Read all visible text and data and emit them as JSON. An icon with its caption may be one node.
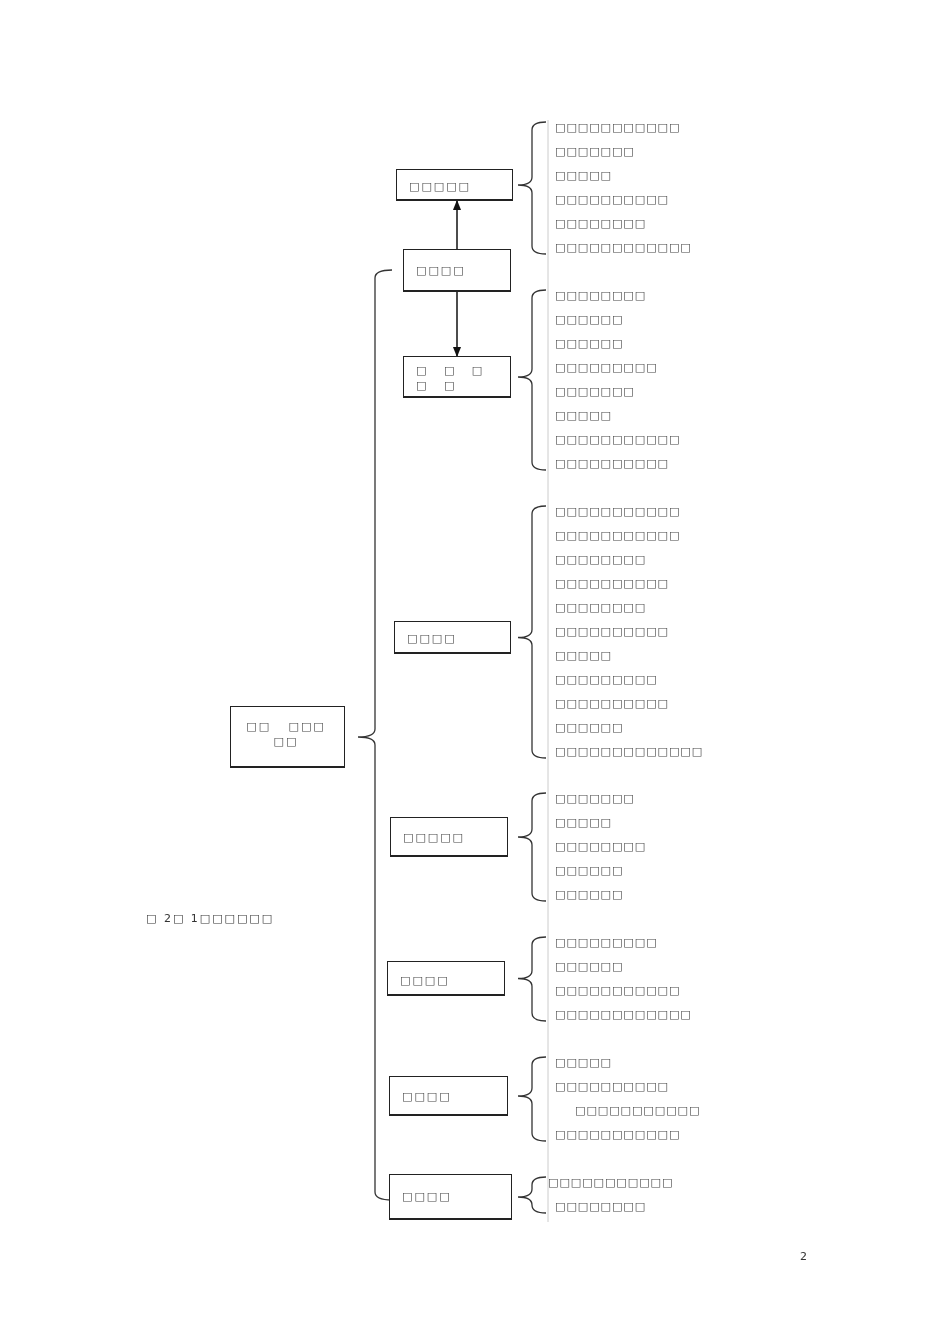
{
  "diagram": {
    "nodes": [
      {
        "text": [
          "□□ □□□ □□"
        ]
      },
      {
        "text": [
          "□□□□"
        ]
      },
      {
        "text": [
          "□□□□□"
        ],
        "beside": [
          "□□□□□□□□□□□",
          "□□□□□□□",
          "□□□□□",
          "□□□□□□□□□□",
          "□□□□□□□□",
          "□□□□□□□□□□□□"
        ]
      },
      {
        "text": [
          "□ □ □ □ □"
        ],
        "beside": [
          "□□□□□□□□",
          "□□□□□□",
          "□□□□□□",
          "□□□□□□□□□",
          "□□□□□□□",
          "□□□□□",
          "□□□□□□□□□□□",
          "□□□□□□□□□□"
        ]
      },
      {
        "text": [
          "□□□□"
        ],
        "beside": [
          "□□□□□□□□□□□",
          "□□□□□□□□□□□",
          "□□□□□□□□",
          "□□□□□□□□□□",
          "□□□□□□□□",
          "□□□□□□□□□□",
          "□□□□□",
          "□□□□□□□□□",
          "□□□□□□□□□□",
          "□□□□□□",
          "□□□□□□□□□□□□□"
        ]
      },
      {
        "text": [
          "□□□□□"
        ],
        "beside": [
          "□□□□□□□",
          "□□□□□",
          "□□□□□□□□",
          "□□□□□□",
          "□□□□□□"
        ]
      },
      {
        "text": [
          "□□□□"
        ],
        "beside": [
          "□□□□□□□□□",
          "□□□□□□",
          "□□□□□□□□□□□",
          "□□□□□□□□□□□□"
        ]
      },
      {
        "text": [
          "□□□□"
        ],
        "beside": [
          "□□□□□",
          "□□□□□□□□□□",
          "□□□□□□□□□□□",
          "□□□□□□□□□□□"
        ]
      },
      {
        "text": [
          "□□□□"
        ],
        "beside": [
          "□□□□□□□□□□□",
          "□□□□□□□□"
        ]
      }
    ],
    "edges": [
      {
        "from": 1,
        "to": 2,
        "arrow": "to"
      },
      {
        "from": 1,
        "to": 3,
        "arrow": "to"
      }
    ],
    "labels": [
      "□ 2□ 1□□□□□□",
      "2"
    ]
  }
}
